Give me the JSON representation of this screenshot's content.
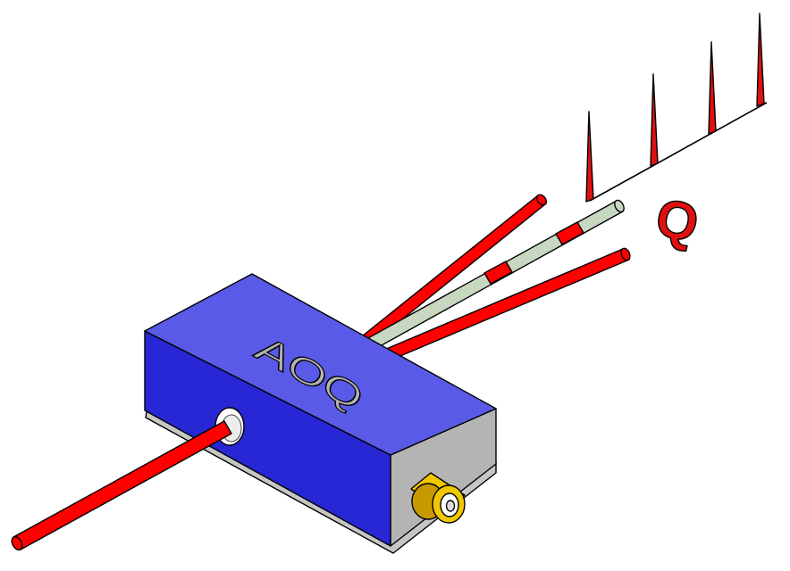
{
  "device": {
    "label": "AOQ",
    "colors": {
      "top": "#5a5ae8",
      "front": "#2727d6",
      "side": "#b4b4b4",
      "base": "#c6c6c6",
      "label_fill": "#b3b3b3"
    }
  },
  "beams": {
    "colors": {
      "beam": "#ff0000",
      "zero_order": "#c8d8c0",
      "pulse": "#e01010"
    }
  },
  "connector": {
    "colors": {
      "body": "#f0c800",
      "shadow": "#c89a00"
    }
  },
  "pulse_train": {
    "symbol": "Q",
    "pulse_count": 4
  }
}
